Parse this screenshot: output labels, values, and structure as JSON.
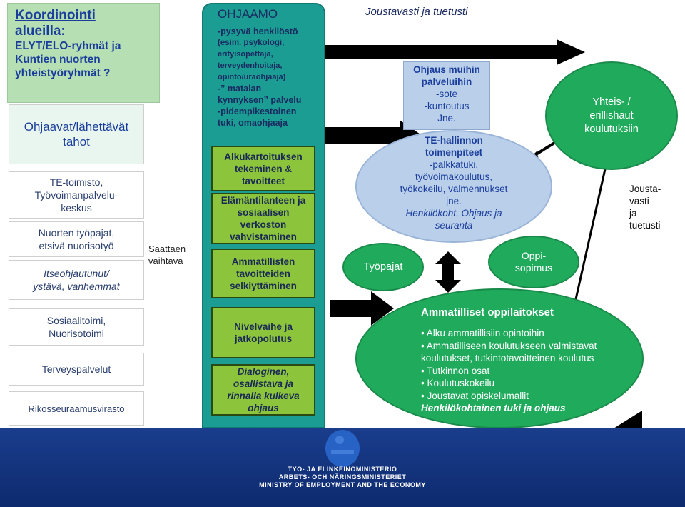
{
  "left": {
    "coord": {
      "line1": "Koordinointi",
      "line2": "alueilla:",
      "line3": "ELYT/ELO-ryhmät ja",
      "line4": "Kuntien nuorten",
      "line5": "yhteistyöryhmät ?"
    },
    "referrers": {
      "line1": "Ohjaavat/lähettävät",
      "line2": "tahot"
    },
    "te": {
      "line1": "TE-toimisto,",
      "line2": "Työvoimanpalvelu-",
      "line3": "keskus"
    },
    "youth": {
      "line1": "Nuorten työpajat,",
      "line2": "etsivä nuorisotyö"
    },
    "self": {
      "line1": "Itseohjautunut/",
      "line2": "ystävä, vanhemmat"
    },
    "social": {
      "line1": "Sosiaalitoimi,",
      "line2": "Nuorisotoimi"
    },
    "health": "Terveyspalvelut",
    "probation": "Rikosseuraamusvirasto"
  },
  "escort": {
    "line1": "Saattaen",
    "line2": "vaihtava"
  },
  "guidance": {
    "title": "OHJAAMO",
    "lines": [
      "-pysyvä henkilöstö",
      "(esim. psykologi,",
      "erityisopettaja,",
      "terveydenhoitaja,",
      "opinto/uraohjaaja)",
      "-” matalan",
      "kynnyksen” palvelu",
      "-pidempikestoinen",
      "tuki, omaohjaaja"
    ],
    "box1": [
      "Alkukartoituksen",
      "tekeminen &",
      "tavoitteet"
    ],
    "box2": [
      "Elämäntilanteen ja",
      "sosiaalisen",
      "verkoston",
      "vahvistaminen"
    ],
    "box3": [
      "Ammatillisten",
      "tavoitteiden",
      "selkiyttäminen"
    ],
    "box4": [
      "Nivelvaihe ja",
      "jatkopolutus"
    ],
    "box5": [
      "Dialoginen,",
      "osallistava  ja",
      "rinnalla kulkeva",
      "ohjaus"
    ]
  },
  "right": {
    "flexible": "Joustavasti ja tuetusti",
    "other_services": {
      "title1": "Ohjaus muihin",
      "title2": "palveluihin",
      "l1": "-sote",
      "l2": "-kuntoutus",
      "l3": "Jne."
    },
    "te_measures": {
      "title1": "TE-hallinnon",
      "title2": "toimenpiteet",
      "l1": "-palkkatuki,",
      "l2": "työvoimakoulutus,",
      "l3": "työkokeilu, valmennukset",
      "l4": "jne.",
      "l5": "Henkilökoht. Ohjaus ja",
      "l6": "seuranta"
    },
    "joint": {
      "l1": "Yhteis- /",
      "l2": "erillishaut",
      "l3": "koulutuksiin"
    },
    "flex2": {
      "l1": "Jousta-",
      "l2": "vasti",
      "l3": "ja",
      "l4": "tuetusti"
    },
    "workshops": "Työpajat",
    "apprenticeship": {
      "l1": "Oppi-",
      "l2": "sopimus"
    },
    "vocational": {
      "title": "Ammatilliset oppilaitokset",
      "items": [
        "Alku ammatillisiin opintoihin",
        "Ammatilliseen koulutukseen valmistavat",
        "koulutukset, tutkintotavoitteinen koulutus",
        "Tutkinnon osat",
        "Koulutuskokeilu",
        "Joustavat opiskelumallit"
      ],
      "support": "Henkilökohtainen tuki ja ohjaus"
    }
  },
  "footer": {
    "line1": "TYÖ- JA ELINKEINOMINISTERIÖ",
    "line2": "ARBETS- OCH NÄRINGSMINISTERIET",
    "line3": "MINISTRY OF EMPLOYMENT AND THE ECONOMY"
  },
  "colors": {
    "teal": "#1b9d94",
    "green": "#8cc43c",
    "ellipse_green": "#1faa5c",
    "light_blue": "#b9cfea",
    "navy": "#1a3d8c"
  }
}
